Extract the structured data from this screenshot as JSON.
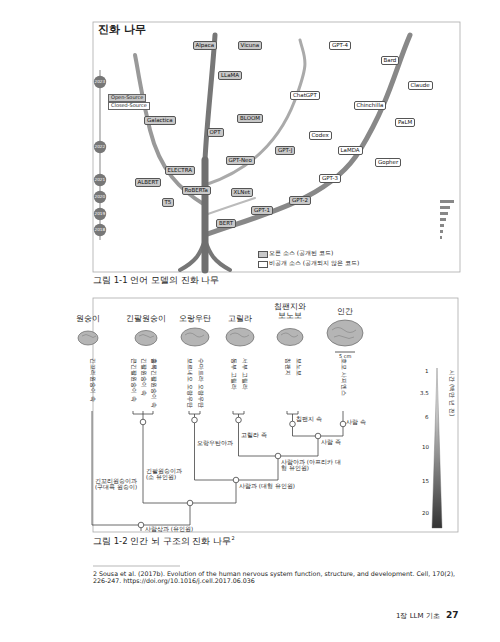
{
  "diagram": {
    "title": "진화 나무",
    "caption": "그림 1-1 언어 모델의 진화 나무",
    "nodes": [
      {
        "text": [
          "Alpaca"
        ]
      },
      {
        "text": [
          "Vicuna"
        ]
      },
      {
        "text": [
          "GPT-4"
        ]
      },
      {
        "text": [
          "Bard"
        ]
      },
      {
        "text": [
          "LLaMA"
        ]
      },
      {
        "text": [
          "Claude"
        ]
      },
      {
        "text": [
          "ChatGPT"
        ]
      },
      {
        "text": [
          "Chinchilla"
        ]
      },
      {
        "text": [
          "BLOOM"
        ]
      },
      {
        "text": [
          "PaLM"
        ]
      },
      {
        "text": [
          "Galactica"
        ]
      },
      {
        "text": [
          "OPT"
        ]
      },
      {
        "text": [
          "Codex"
        ]
      },
      {
        "text": [
          "GPT-J"
        ]
      },
      {
        "text": [
          "LaMDA"
        ]
      },
      {
        "text": [
          "GPT-Neo"
        ]
      },
      {
        "text": [
          "Gopher"
        ]
      },
      {
        "text": [
          "ELECTRA"
        ]
      },
      {
        "text": [
          "GPT-3"
        ]
      },
      {
        "text": [
          "ALBERT"
        ]
      },
      {
        "text": [
          "RoBERTa"
        ]
      },
      {
        "text": [
          "XLNet"
        ]
      },
      {
        "text": [
          "T5"
        ]
      },
      {
        "text": [
          "GPT-2"
        ]
      },
      {
        "text": [
          "GPT-1"
        ]
      },
      {
        "text": [
          "BERT"
        ]
      }
    ],
    "labels": [
      "Open-Source",
      "Closed-Source",
      "2023",
      "2022",
      "2021",
      "2020",
      "2019",
      "2018",
      "그림 1-2 인간 뇌 구조의 진화 나무",
      "2",
      "원숭이",
      "긴팔원숭이",
      "오랑우탄",
      "고릴라",
      "침팬지와 보노보",
      "인간",
      "5 cm",
      "긴꼬리원숭이 속",
      "큰긴팔원숭이 속",
      "긴팔원숭이 속",
      "훌록긴팔원숭이 속",
      "보르네오 오랑우탄",
      "수마트라 오랑우탄",
      "동부 고릴라",
      "서부 고릴라",
      "침팬지",
      "보노보",
      "호모 사피엔스",
      "사람 속",
      "침팬지 속",
      "사람 족",
      "고릴라 족",
      "사람아과 (아프리카 대형 유인원)",
      "오랑우탄아과",
      "사람과 (대형 유인원)",
      "긴팔원숭이과 (소 유인원)",
      "긴꼬리원숭이과 (구대륙 원숭이)",
      "사람상과 (유인원)",
      "시간 (백만 년 전)",
      "1",
      "3.5",
      "6",
      "10",
      "15",
      "20",
      "2 Sousa et al. (2017b). Evolution of the human nervous system function, structure, and development. Cell, 170(2), 226-247. https://doi.org/10.1016/j.cell.2017.06.036",
      "1장 LLM 기초",
      "27"
    ],
    "legend": [
      {
        "text": "오픈 소스 (공개된 코드)",
        "color": "#c8c8c8"
      },
      {
        "text": "비공개 소스 (공개되지 않은 코드)",
        "color": "#ffffff"
      }
    ]
  }
}
